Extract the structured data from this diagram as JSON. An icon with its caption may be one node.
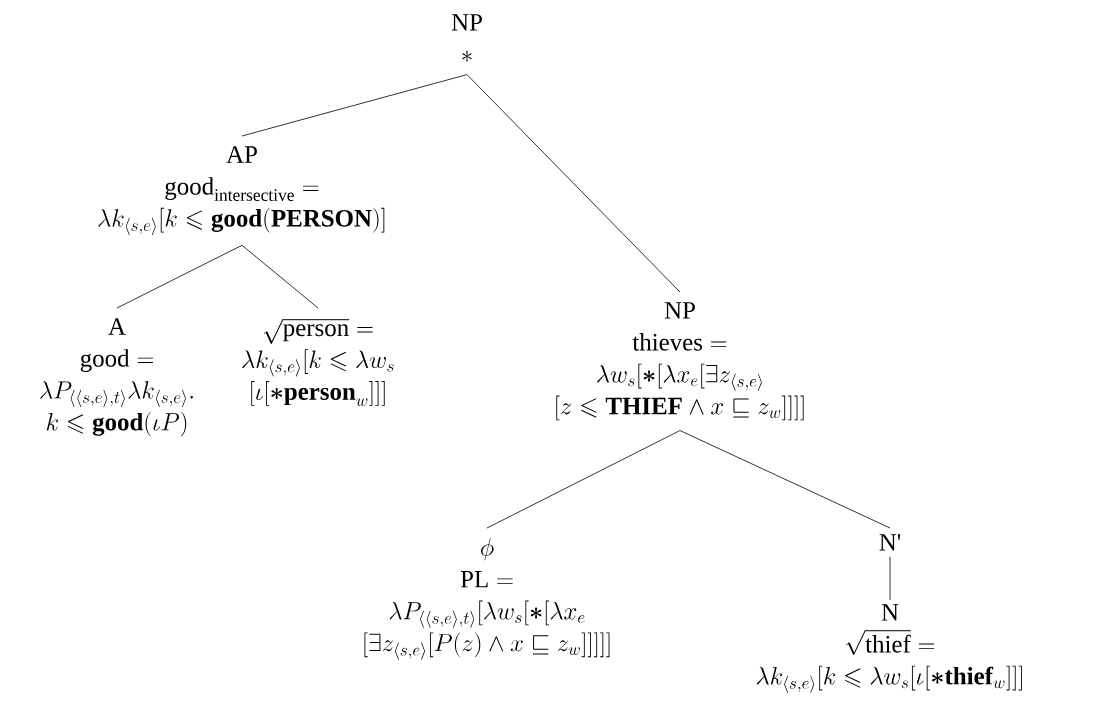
{
  "diagram": {
    "nodes": [
      {
        "text": [
          "NP",
          "\\ast"
        ]
      },
      {
        "text": [
          "AP",
          "\\mathrm{good}_{\\mathrm{intersective}} =",
          "\\lambda k_{\\langle s,e\\rangle}[k \\leqslant \\mathbf{good}(\\mathbf{PERSON})]"
        ]
      },
      {
        "text": [
          "A",
          "\\mathrm{good} =",
          "\\lambda P_{\\langle\\langle s,e\\rangle,t\\rangle}\\lambda k_{\\langle s,e\\rangle}.",
          "k \\leqslant \\mathbf{good}(\\iota P)"
        ]
      },
      {
        "text": [
          "\\sqrt{\\mathrm{person}} =",
          "\\lambda k_{\\langle s,e\\rangle}[k \\leqslant \\lambda w_s",
          "[\\iota[\\boldsymbol{\\ast}\\mathbf{person}_w]]]"
        ]
      },
      {
        "text": [
          "NP",
          "\\mathrm{thieves} =",
          "\\lambda w_s[\\boldsymbol{\\ast}[\\lambda x_e[\\exists z_{\\langle s,e\\rangle}",
          "[z \\leqslant \\mathbf{THIEF} \\wedge x \\sqsubseteq z_w]]]]"
        ]
      },
      {
        "text": [
          "\\phi",
          "\\mathrm{PL} =",
          "\\lambda P_{\\langle\\langle s,e\\rangle,t\\rangle}[\\lambda w_s[\\boldsymbol{\\ast}[\\lambda x_e",
          "[\\exists z_{\\langle s,e\\rangle}[P(z) \\wedge x \\sqsubseteq z_w]]]]]"
        ]
      },
      {
        "text": [
          "N'"
        ]
      },
      {
        "text": [
          "N",
          "\\sqrt{\\mathrm{thief}} =",
          "\\lambda k_{\\langle s,e\\rangle}[k \\leqslant \\lambda w_s[\\iota[\\boldsymbol{\\ast}\\mathbf{thief}_w]]]"
        ]
      }
    ],
    "edges": [
      {
        "from": 0,
        "to": 1,
        "arrow": "none"
      },
      {
        "from": 0,
        "to": 4,
        "arrow": "none"
      },
      {
        "from": 1,
        "to": 2,
        "arrow": "none"
      },
      {
        "from": 1,
        "to": 3,
        "arrow": "none"
      },
      {
        "from": 4,
        "to": 5,
        "arrow": "none"
      },
      {
        "from": 4,
        "to": 6,
        "arrow": "none"
      },
      {
        "from": 6,
        "to": 7,
        "arrow": "none"
      }
    ]
  }
}
